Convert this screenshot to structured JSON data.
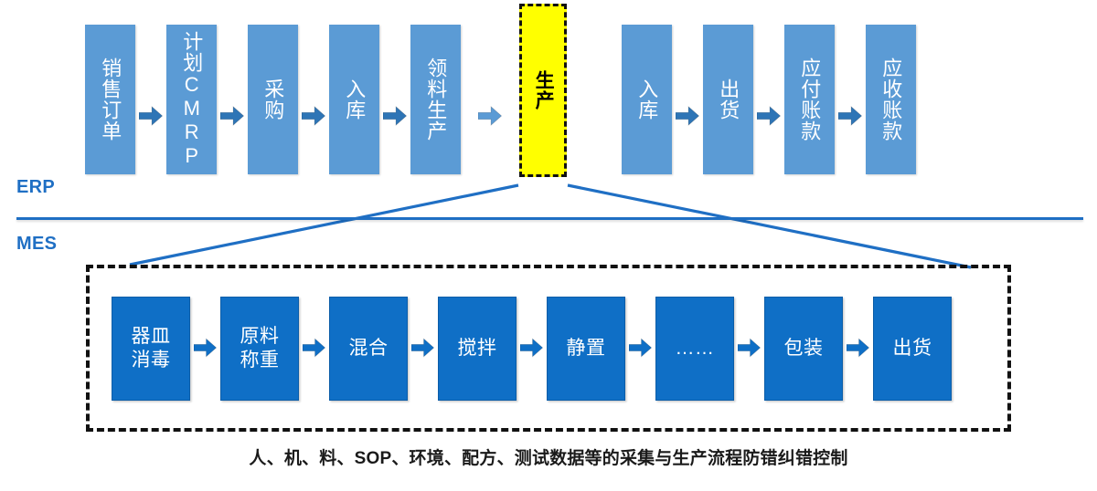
{
  "bands": {
    "erp_label": "ERP",
    "mes_label": "MES"
  },
  "colors": {
    "erp_box": "#5B9BD5",
    "erp_arrow": "#2E75B6",
    "erp_arrow_light": "#5B9BD5",
    "mes_box": "#0F6FC6",
    "mes_arrow": "#0F6FC6",
    "highlight_box": "#FFFF00",
    "highlight_border": "#111111",
    "divider": "#1F6FC4",
    "band_label": "#1F6FC4",
    "connector": "#1F6FC4",
    "caption": "#1a1a1a"
  },
  "erp_flow": {
    "steps": [
      {
        "label": "销售订单",
        "highlight": false
      },
      {
        "label": "计划CMRP",
        "highlight": false
      },
      {
        "label": "采购",
        "highlight": false
      },
      {
        "label": "入库",
        "highlight": false
      },
      {
        "label": "领料生产",
        "highlight": false
      },
      {
        "label": "生产",
        "highlight": true
      },
      {
        "label": "入库",
        "highlight": false
      },
      {
        "label": "出货",
        "highlight": false
      },
      {
        "label": "应付账款",
        "highlight": false
      },
      {
        "label": "应收账款",
        "highlight": false
      }
    ],
    "arrow_icon": "right-arrow-icon"
  },
  "mes_flow": {
    "steps": [
      {
        "label": "器皿\n消毒"
      },
      {
        "label": "原料\n称重"
      },
      {
        "label": "混合"
      },
      {
        "label": "搅拌"
      },
      {
        "label": "静置"
      },
      {
        "label": "……"
      },
      {
        "label": "包装"
      },
      {
        "label": "出货"
      }
    ],
    "arrow_icon": "right-arrow-icon"
  },
  "caption": {
    "text": "人、机、料、SOP、环境、配方、测试数据等的采集与生产流程防错纠错控制"
  }
}
